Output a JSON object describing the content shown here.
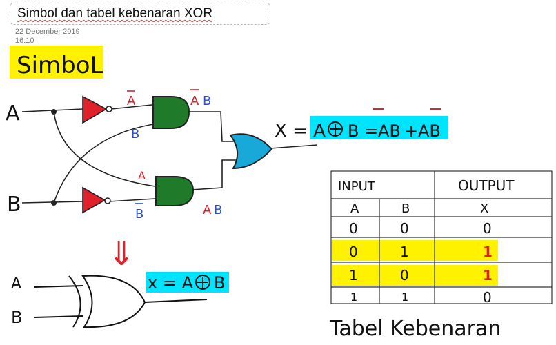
{
  "page": {
    "title": "Simbol dan tabel kebenaran XOR",
    "date": "22 December  2019",
    "time": "16:10"
  },
  "symbol_section": {
    "heading": "SimboL",
    "highlight_color": "#fff200"
  },
  "circuit": {
    "input_a": "A",
    "input_b": "B",
    "label_not_a": "A",
    "label_b": "B",
    "label_not_a_b": "A",
    "label_not_a_b2": "B",
    "label_a": "A",
    "label_not_b": "B",
    "label_a_notb_a": "A",
    "label_a_notb_b": "B",
    "output_label": "X",
    "equation_lhs": "X = A",
    "equation_b": "B =",
    "equation_ab1": "AB",
    "equation_plus": "+",
    "equation_ab2": "AB",
    "equation_color": "#00e5ff",
    "not_gate_color": "#e0202a",
    "and_gate_color": "#1f7a2a",
    "or_gate_color": "#19a9d8"
  },
  "simplified": {
    "arrow": "⇓",
    "input_a": "A",
    "input_b": "B",
    "equation": "x = A",
    "equation_b": "B"
  },
  "truth_table": {
    "group_input": "INPUT",
    "group_output": "OUTPUT",
    "headers": [
      "A",
      "B",
      "X"
    ],
    "rows": [
      [
        "0",
        "0",
        "0"
      ],
      [
        "0",
        "1",
        "1"
      ],
      [
        "1",
        "0",
        "1"
      ],
      [
        "1",
        "1",
        "0"
      ]
    ],
    "caption": "Tabel Kebenaran",
    "highlight_rows": [
      1,
      2
    ],
    "highlight_color": "#fff200",
    "one_color": "#e0202a"
  }
}
